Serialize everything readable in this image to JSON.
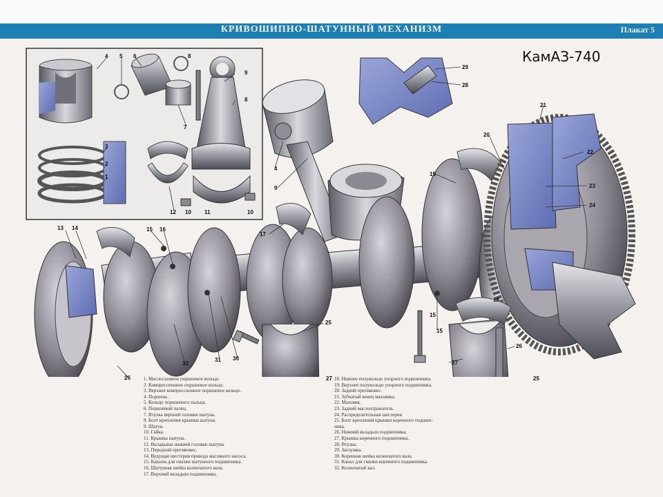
{
  "header": {
    "title": "КРИВОШИПНО-ШАТУННЫЙ МЕХАНИЗМ",
    "plate": "Плакат 5"
  },
  "model_label": "КамАЗ-740",
  "callouts": {
    "c1": "1",
    "c2": "2",
    "c3": "3",
    "c4a": "4",
    "c4b": "4",
    "c5": "5",
    "c6": "6",
    "c7": "7",
    "c8a": "8",
    "c8b": "8",
    "c9a": "9",
    "c9b": "9",
    "c10a": "10",
    "c10b": "10",
    "c11": "11",
    "c12": "12",
    "c13": "13",
    "c14": "14",
    "c15a": "15",
    "c15b": "15",
    "c15c": "15",
    "c16": "16",
    "c17": "17",
    "c18": "18",
    "c19": "19",
    "c20": "20",
    "c21": "21",
    "c22": "22",
    "c23": "23",
    "c24": "24",
    "c25a": "25",
    "c25b": "25",
    "c26a": "26",
    "c26b": "26",
    "c27a": "27",
    "c27b": "27",
    "c28": "28",
    "c29": "29",
    "c30": "30",
    "c31": "31",
    "c32": "32"
  },
  "legend_left": [
    "1. Маслосъемное поршневое кольцо.",
    "2. Компрессионное поршневое кольцо.",
    "3. Верхнее компрессионное поршневое кольцо.",
    "4. Поршень.",
    "5. Кольцо поршневого пальца.",
    "6. Поршневой палец.",
    "7. Втулка верхней головки шатуна.",
    "8. Болт крепления крышки шатуна.",
    "9. Шатун.",
    "10. Гайка.",
    "11. Крышка шатуна.",
    "12. Вкладыши нижней головки шатуна.",
    "13. Передний противовес.",
    "14. Ведущая шестерня привода масляного насоса.",
    "15. Каналы для смазки шатунного подшипника.",
    "16. Шатунная шейка коленчатого вала.",
    "17. Верхний вкладыш подшипника."
  ],
  "legend_right": [
    "18. Нижнее полукольцо упорного подшипника.",
    "19. Верхнее полукольцо упорного подшипника.",
    "20. Задний противовес.",
    "21. Зубчатый венец маховика.",
    "22. Маховик.",
    "23. Задний маслоотражатель.",
    "24. Распределительная шестерня.",
    "25. Болт крепления крышки коренного подшип-",
    "ника.",
    "26. Нижний вкладыш подшипника.",
    "27. Крышка коренного подшипника.",
    "28. Втулка.",
    "29. Заглушка.",
    "30. Коренная шейка коленчатого вала.",
    "31. Канал для смазки коренного подшипника.",
    "32. Коленчатый вал."
  ]
}
